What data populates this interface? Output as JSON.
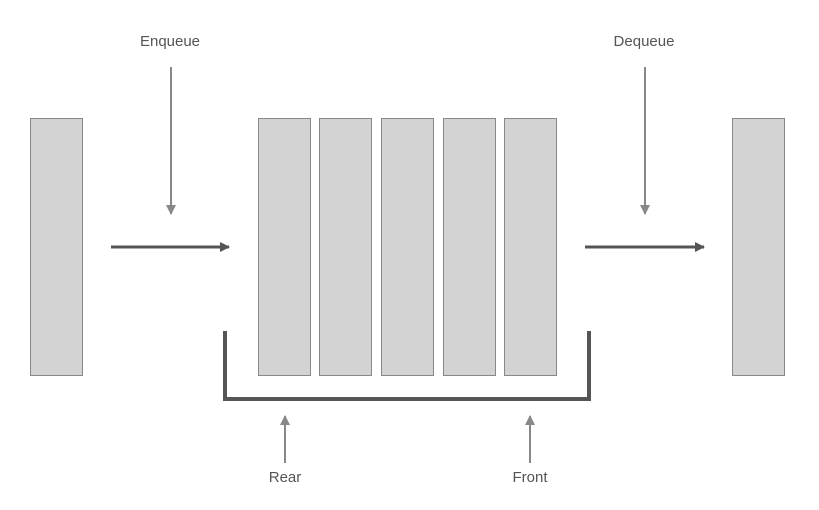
{
  "labels": {
    "enqueue": "Enqueue",
    "dequeue": "Dequeue",
    "rear": "Rear",
    "front": "Front"
  },
  "colors": {
    "block_fill": "#d3d3d3",
    "block_stroke": "#888888",
    "flow_arrow": "#555555",
    "pointer_arrow": "#888888",
    "bracket": "#555555",
    "label_text": "#555555"
  }
}
